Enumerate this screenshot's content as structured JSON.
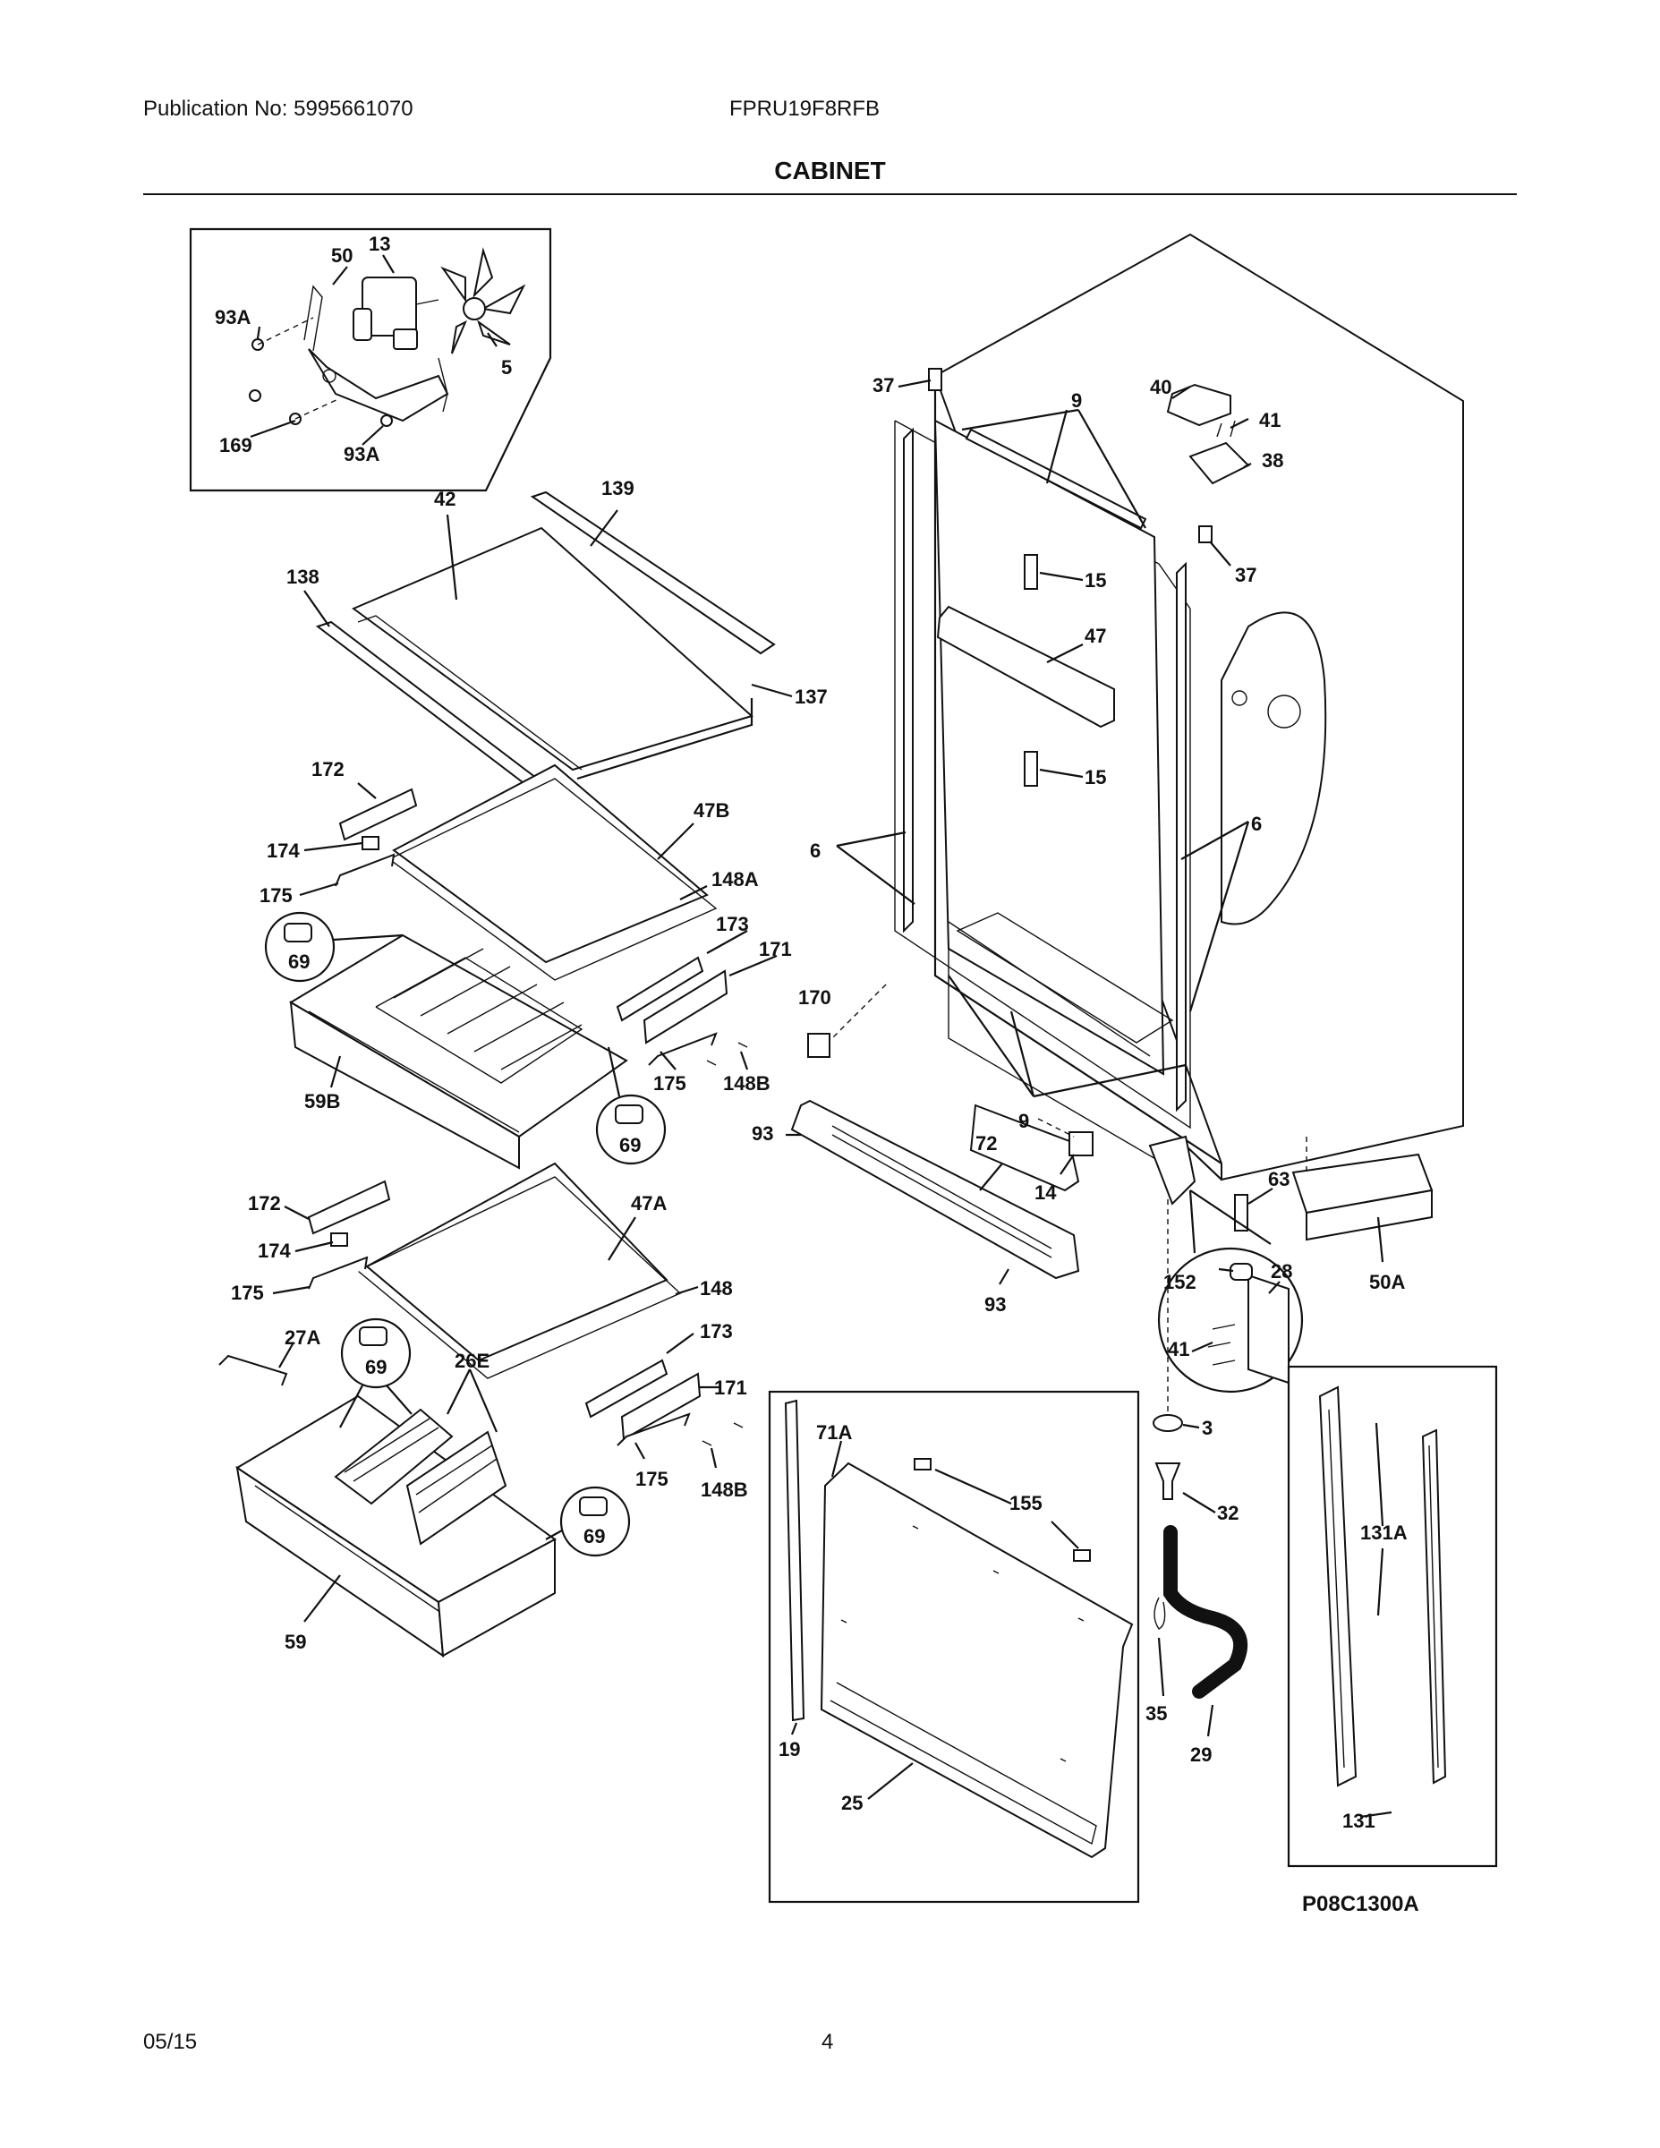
{
  "header": {
    "publication": "Publication No: 5995661070",
    "model": "FPRU19F8RFB",
    "section_title": "CABINET"
  },
  "footer": {
    "date": "05/15",
    "page": "4"
  },
  "diagram_code": "P08C1300A",
  "callouts": {
    "c50": "50",
    "c13": "13",
    "c93A_1": "93A",
    "c5": "5",
    "c169": "169",
    "c93A_2": "93A",
    "c42": "42",
    "c139": "139",
    "c138": "138",
    "c137": "137",
    "c172_1": "172",
    "c47B": "47B",
    "c174_1": "174",
    "c175_1": "175",
    "c148A": "148A",
    "c69_1": "69",
    "c173_1": "173",
    "c171_1": "171",
    "c170": "170",
    "c175_2": "175",
    "c148B_1": "148B",
    "c59B": "59B",
    "c69_2": "69",
    "c93_1": "93",
    "c172_2": "172",
    "c47A": "47A",
    "c174_2": "174",
    "c175_3": "175",
    "c148": "148",
    "c27A": "27A",
    "c69_3": "69",
    "c26E": "26E",
    "c173_2": "173",
    "c171_2": "171",
    "c175_4": "175",
    "c148B_2": "148B",
    "c69_4": "69",
    "c59": "59",
    "c37_1": "37",
    "c9_1": "9",
    "c40": "40",
    "c41_1": "41",
    "c38": "38",
    "c37_2": "37",
    "c15_1": "15",
    "c47": "47",
    "c15_2": "15",
    "c6_1": "6",
    "c6_2": "6",
    "c9_2": "9",
    "c72": "72",
    "c14": "14",
    "c63": "63",
    "c93_2": "93",
    "c50A": "50A",
    "c152": "152",
    "c28": "28",
    "c41_2": "41",
    "c3": "3",
    "c32": "32",
    "c35": "35",
    "c29": "29",
    "c71A": "71A",
    "c155": "155",
    "c19": "19",
    "c25": "25",
    "c131A": "131A",
    "c131": "131"
  }
}
